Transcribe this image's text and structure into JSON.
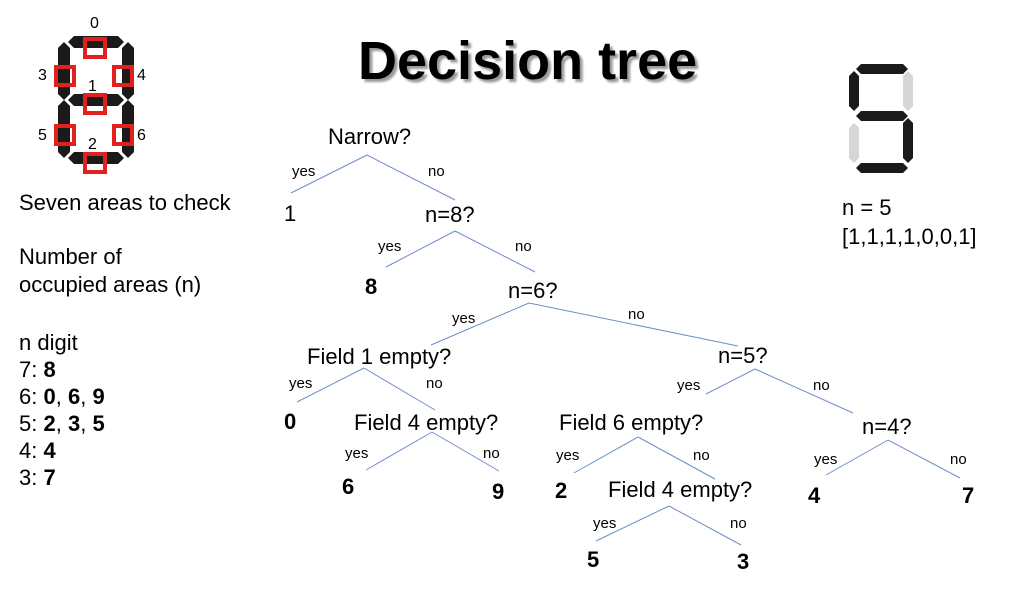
{
  "title": "Decision tree",
  "segment_labels": [
    "0",
    "1",
    "2",
    "3",
    "4",
    "5",
    "6"
  ],
  "side": {
    "line1": "Seven areas to check",
    "line2a": "Number of",
    "line2b": "occupied areas (n)",
    "table_header": "n digit",
    "rows": [
      {
        "n": "7:",
        "digits": [
          "8"
        ]
      },
      {
        "n": "6:",
        "digits": [
          "0",
          "6",
          "9"
        ]
      },
      {
        "n": "5:",
        "digits": [
          "2",
          "3",
          "5"
        ]
      },
      {
        "n": "4:",
        "digits": [
          "4"
        ]
      },
      {
        "n": "3:",
        "digits": [
          "7"
        ]
      }
    ]
  },
  "example": {
    "n": "n = 5",
    "vector": "[1,1,1,1,0,0,1]"
  },
  "tree": {
    "q_narrow": "Narrow?",
    "q_n8": "n=8?",
    "q_n6": "n=6?",
    "q_field1": "Field 1 empty?",
    "q_n5": "n=5?",
    "q_field4a": "Field 4 empty?",
    "q_field6": "Field 6 empty?",
    "q_n4": "n=4?",
    "q_field4b": "Field 4 empty?",
    "yes": "yes",
    "no": "no",
    "leaf_1": "1",
    "leaf_8": "8",
    "leaf_0": "0",
    "leaf_6": "6",
    "leaf_9": "9",
    "leaf_2": "2",
    "leaf_5": "5",
    "leaf_3": "3",
    "leaf_4": "4",
    "leaf_7": "7"
  },
  "colors": {
    "segment_marker": "#e0211c",
    "segment_fill": "#1a1a1a",
    "tree_line": "#6f8fc7",
    "title_shadow": "#9a9a9a"
  }
}
